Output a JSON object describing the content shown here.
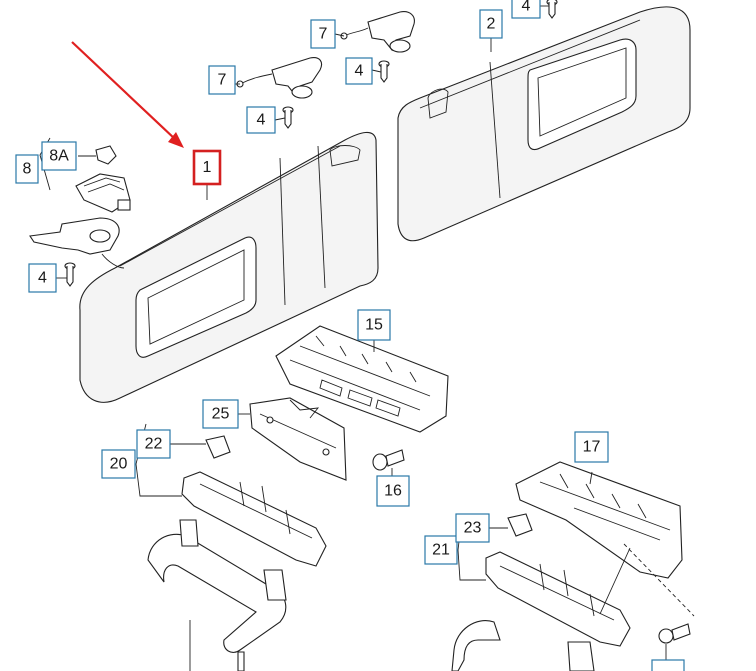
{
  "diagram": {
    "callouts": [
      {
        "id": "c1",
        "label": "1",
        "highlight": true
      },
      {
        "id": "c2",
        "label": "2"
      },
      {
        "id": "c4a",
        "label": "4"
      },
      {
        "id": "c4b",
        "label": "4"
      },
      {
        "id": "c4c",
        "label": "4"
      },
      {
        "id": "c4d",
        "label": "4"
      },
      {
        "id": "c7a",
        "label": "7"
      },
      {
        "id": "c7b",
        "label": "7"
      },
      {
        "id": "c8",
        "label": "8"
      },
      {
        "id": "c8a",
        "label": "8A"
      },
      {
        "id": "c15",
        "label": "15"
      },
      {
        "id": "c16",
        "label": "16"
      },
      {
        "id": "c17",
        "label": "17"
      },
      {
        "id": "c20",
        "label": "20"
      },
      {
        "id": "c21",
        "label": "21"
      },
      {
        "id": "c22",
        "label": "22"
      },
      {
        "id": "c23",
        "label": "23"
      },
      {
        "id": "c25",
        "label": "25"
      }
    ],
    "pointer_arrow_color": "#e02020",
    "callout_border_color": "#2a78a8",
    "highlight_color": "#d42020"
  }
}
